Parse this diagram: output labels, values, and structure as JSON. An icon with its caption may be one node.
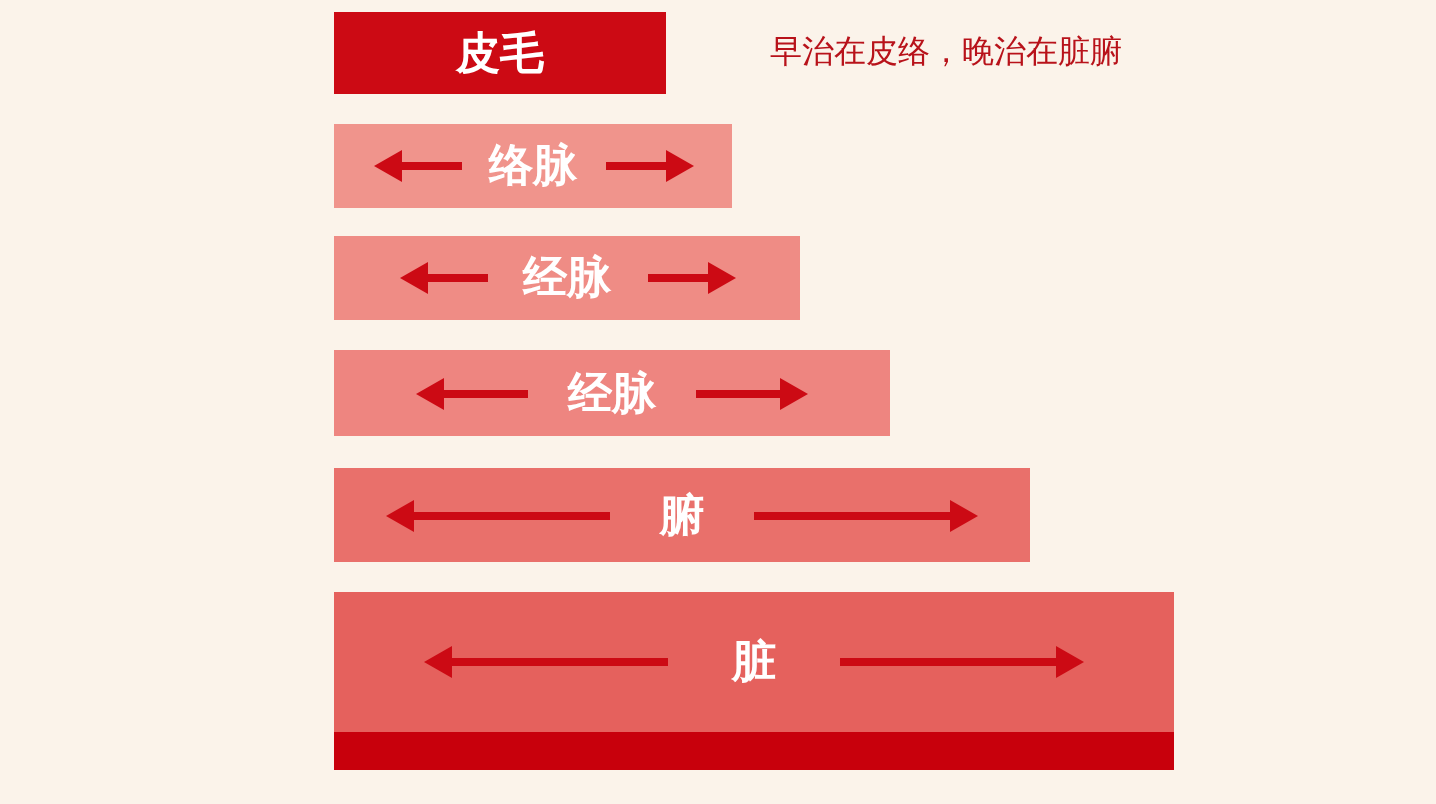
{
  "diagram": {
    "nodes": [
      {
        "text": [
          "皮毛"
        ]
      },
      {
        "text": [
          "络脉"
        ]
      },
      {
        "text": [
          "经脉"
        ]
      },
      {
        "text": [
          "经脉"
        ]
      },
      {
        "text": [
          "腑"
        ]
      },
      {
        "text": [
          "脏"
        ]
      }
    ],
    "labels": [
      "早治在皮络，晚治在脏腑"
    ]
  }
}
